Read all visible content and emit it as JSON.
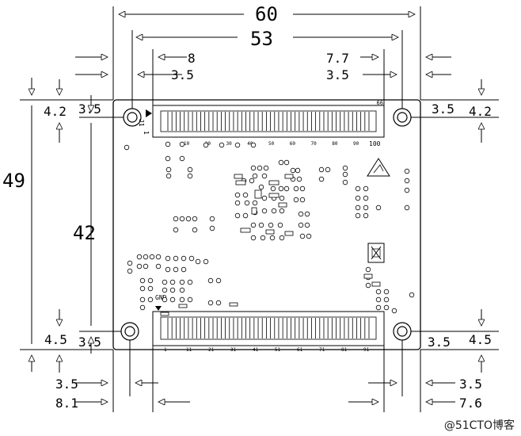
{
  "dimensions": {
    "overall_width": "60",
    "hole_spacing_width": "53",
    "conn_top_left_offset": "8",
    "conn_top_right_offset": "7.7",
    "hole_offset_top_left": "3.5",
    "hole_offset_top_right": "3.5",
    "overall_height": "49",
    "hole_spacing_height": "42",
    "left_top_y": "4.2",
    "left_top_x": "3.5",
    "right_top_x": "3.5",
    "right_top_y": "4.2",
    "left_bottom_y": "4.5",
    "left_bottom_x": "3.5",
    "right_bottom_x": "3.5",
    "right_bottom_y": "4.5",
    "bottom_left_hole": "3.5",
    "bottom_left_conn": "8.1",
    "bottom_right_hole": "3.5",
    "bottom_right_conn": "7.6"
  },
  "connector_top": {
    "pin_first": "1",
    "pin_last": "100",
    "label_top_left": "J1",
    "label_top_right": "99",
    "pin_labels": [
      "10",
      "20",
      "30",
      "40",
      "50",
      "60",
      "70",
      "80",
      "90"
    ]
  },
  "connector_bottom": {
    "label_left": "GND",
    "pin_labels": [
      "1",
      "11",
      "21",
      "31",
      "41",
      "51",
      "61",
      "71",
      "81",
      "91"
    ]
  },
  "watermark": "@51CTO博客"
}
